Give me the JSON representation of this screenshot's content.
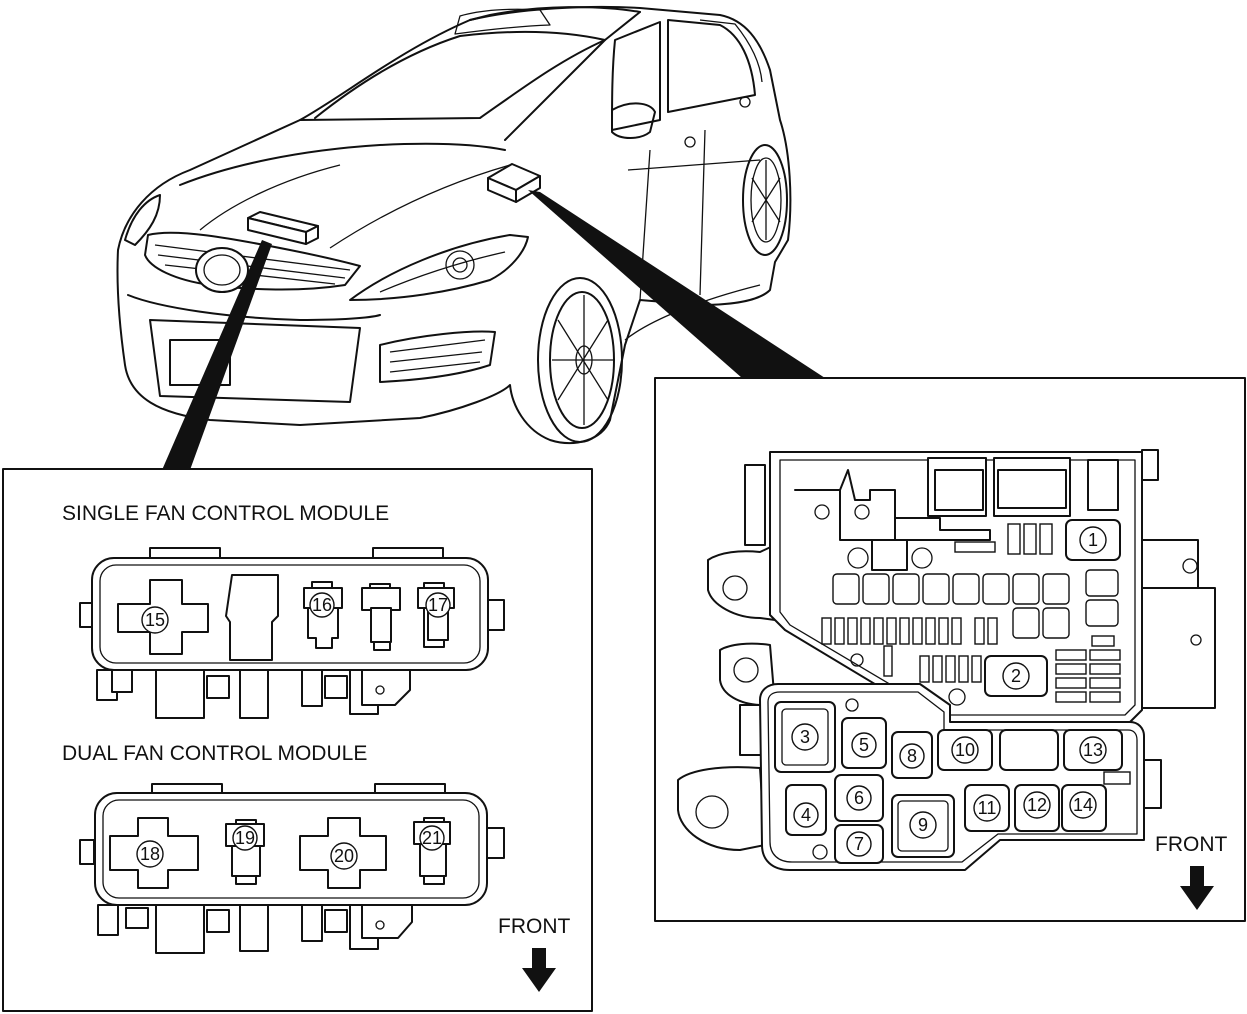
{
  "labels": {
    "single_module": "SINGLE FAN CONTROL MODULE",
    "dual_module": "DUAL FAN CONTROL MODULE",
    "front_left": "FRONT",
    "front_right": "FRONT"
  },
  "callouts": {
    "c1": "1",
    "c2": "2",
    "c3": "3",
    "c4": "4",
    "c5": "5",
    "c6": "6",
    "c7": "7",
    "c8": "8",
    "c9": "9",
    "c10": "10",
    "c11": "11",
    "c12": "12",
    "c13": "13",
    "c14": "14",
    "c15": "15",
    "c16": "16",
    "c17": "17",
    "c18": "18",
    "c19": "19",
    "c20": "20",
    "c21": "21"
  },
  "colors": {
    "line": "#111111",
    "background": "#ffffff"
  }
}
